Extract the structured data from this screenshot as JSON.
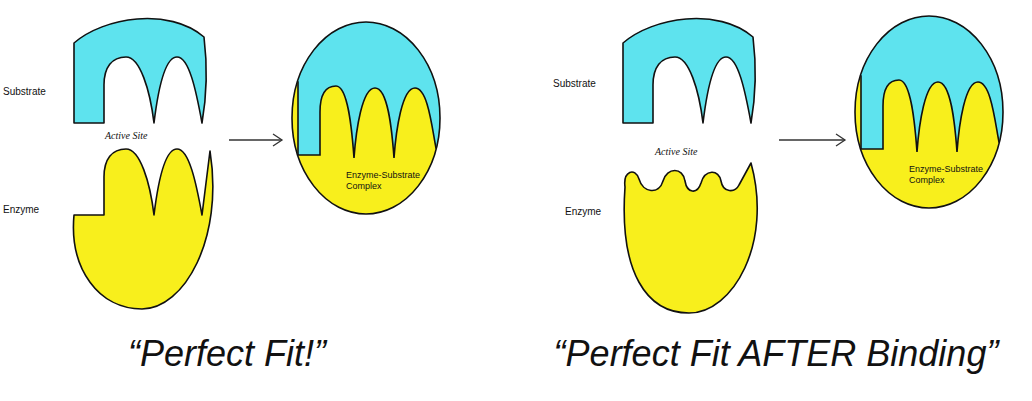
{
  "diagram": {
    "nodes": [
      {
        "text": [
          "Substrate"
        ]
      },
      {
        "text": [
          "Active Site",
          "Enzyme"
        ]
      },
      {
        "text": [
          "Enzyme-Substrate Complex"
        ]
      },
      {
        "text": [
          "Substrate"
        ]
      },
      {
        "text": [
          "Active Site",
          "Enzyme"
        ]
      },
      {
        "text": [
          "Enzyme-Substrate Complex"
        ]
      }
    ],
    "edges": [
      {
        "from": 1,
        "to": 2,
        "arrow": "to"
      },
      {
        "from": 4,
        "to": 5,
        "arrow": "to"
      }
    ],
    "labels": [
      "“Perfect Fit!”",
      "“Perfect Fit AFTER Binding”"
    ]
  }
}
